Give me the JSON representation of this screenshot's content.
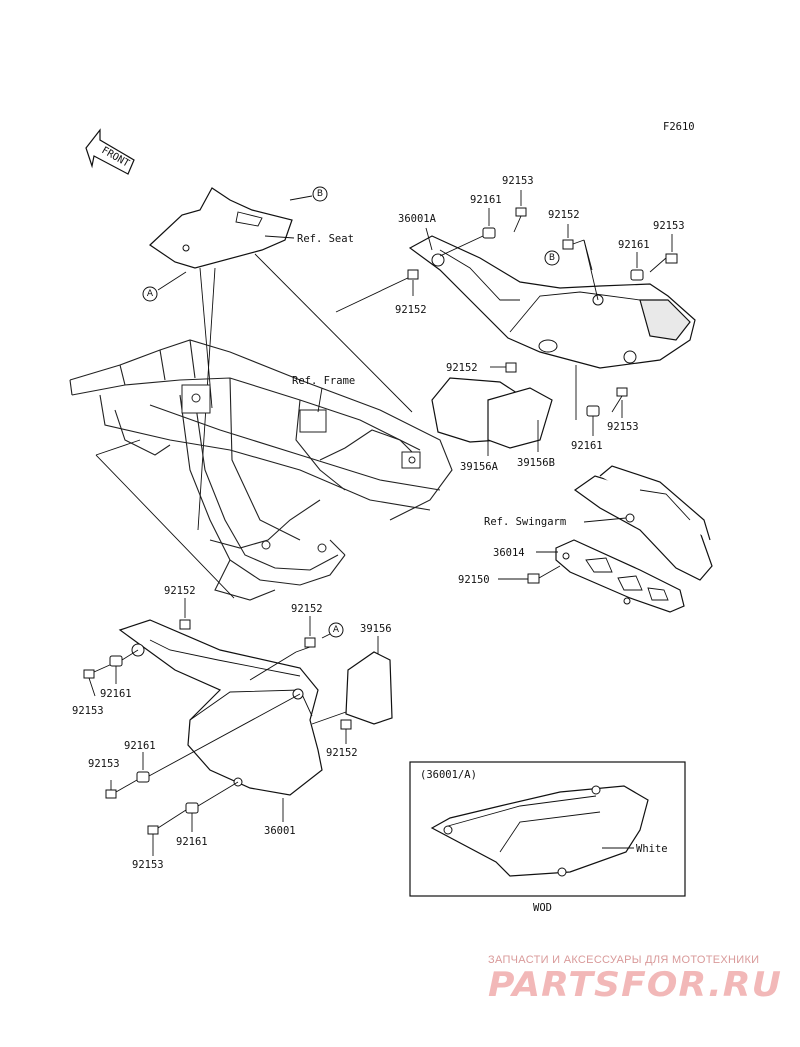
{
  "figure_code": "F2610",
  "front_label": "FRONT",
  "callouts": {
    "a": "A",
    "b": "B"
  },
  "refs": {
    "seat": "Ref. Seat",
    "frame": "Ref. Frame",
    "swingarm": "Ref. Swingarm"
  },
  "part_numbers": {
    "p36001A": "36001A",
    "p36001": "36001",
    "p36014": "36014",
    "p39156": "39156",
    "p39156A": "39156A",
    "p39156B": "39156B",
    "p92150": "92150",
    "p92152": "92152",
    "p92153": "92153",
    "p92161": "92161"
  },
  "inset": {
    "title": "(36001/A)",
    "color_note": "White",
    "footer": "WOD"
  },
  "watermark": {
    "tagline": "ЗАПЧАСТИ И АКСЕССУАРЫ ДЛЯ МОТОТЕХНИКИ",
    "logo": "PARTSFOR.RU"
  }
}
